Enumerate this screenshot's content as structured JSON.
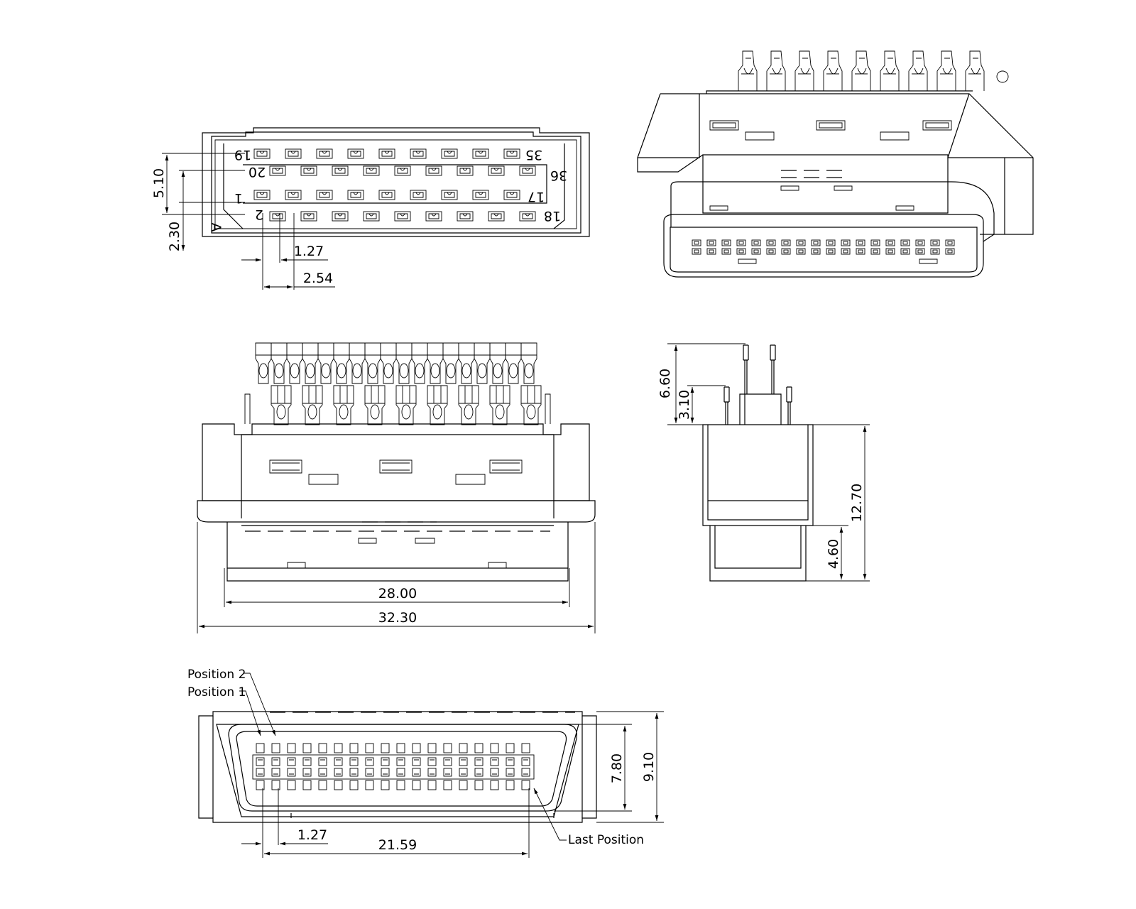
{
  "front_view": {
    "pin_label_19": "19",
    "pin_label_35": "35",
    "pin_label_20": "20",
    "pin_label_36": "36",
    "pin_label_1": "1",
    "pin_label_17": "17",
    "pin_label_2": "2",
    "pin_label_18": "18",
    "row_marker": "A",
    "dim_row_pitch": "5.10",
    "dim_row_offset": "2.30",
    "dim_stagger": "1.27",
    "dim_pitch": "2.54"
  },
  "side_view": {
    "dim_total_height": "6.60",
    "dim_short_lead": "3.10",
    "dim_body_height": "12.70",
    "dim_plug_height": "4.60"
  },
  "top_view": {
    "dim_inner_width": "28.00",
    "dim_outer_width": "32.30"
  },
  "face_view": {
    "label_position_2": "Position 2",
    "label_position_1": "Position 1",
    "label_last_position": "Last Position",
    "dim_stagger": "1.27",
    "dim_span": "21.59",
    "dim_inner_height": "7.80",
    "dim_outer_height": "9.10"
  }
}
